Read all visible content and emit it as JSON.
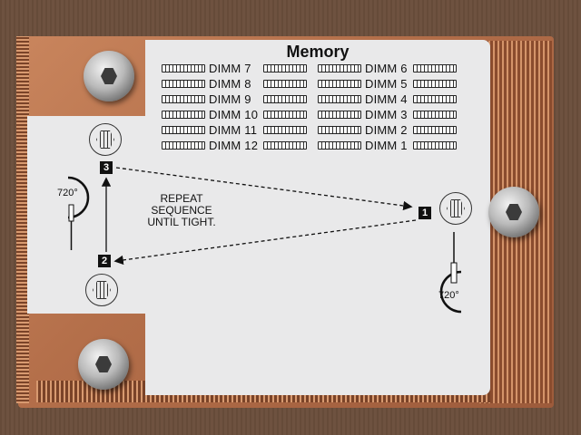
{
  "label": {
    "title": "Memory",
    "dimm_left": [
      "DIMM 7",
      "DIMM 8",
      "DIMM 9",
      "DIMM 10",
      "DIMM 11",
      "DIMM 12"
    ],
    "dimm_right": [
      "DIMM 6",
      "DIMM 5",
      "DIMM 4",
      "DIMM 3",
      "DIMM 2",
      "DIMM 1"
    ],
    "instruction": [
      "REPEAT",
      "SEQUENCE",
      "UNTIL TIGHT."
    ],
    "steps": {
      "one": "1",
      "two": "2",
      "three": "3"
    },
    "rotation_left": "720°",
    "rotation_right": "720°"
  },
  "colors": {
    "copper": "#b46f4a",
    "label_bg": "#e9e9ea",
    "ink": "#111111"
  }
}
